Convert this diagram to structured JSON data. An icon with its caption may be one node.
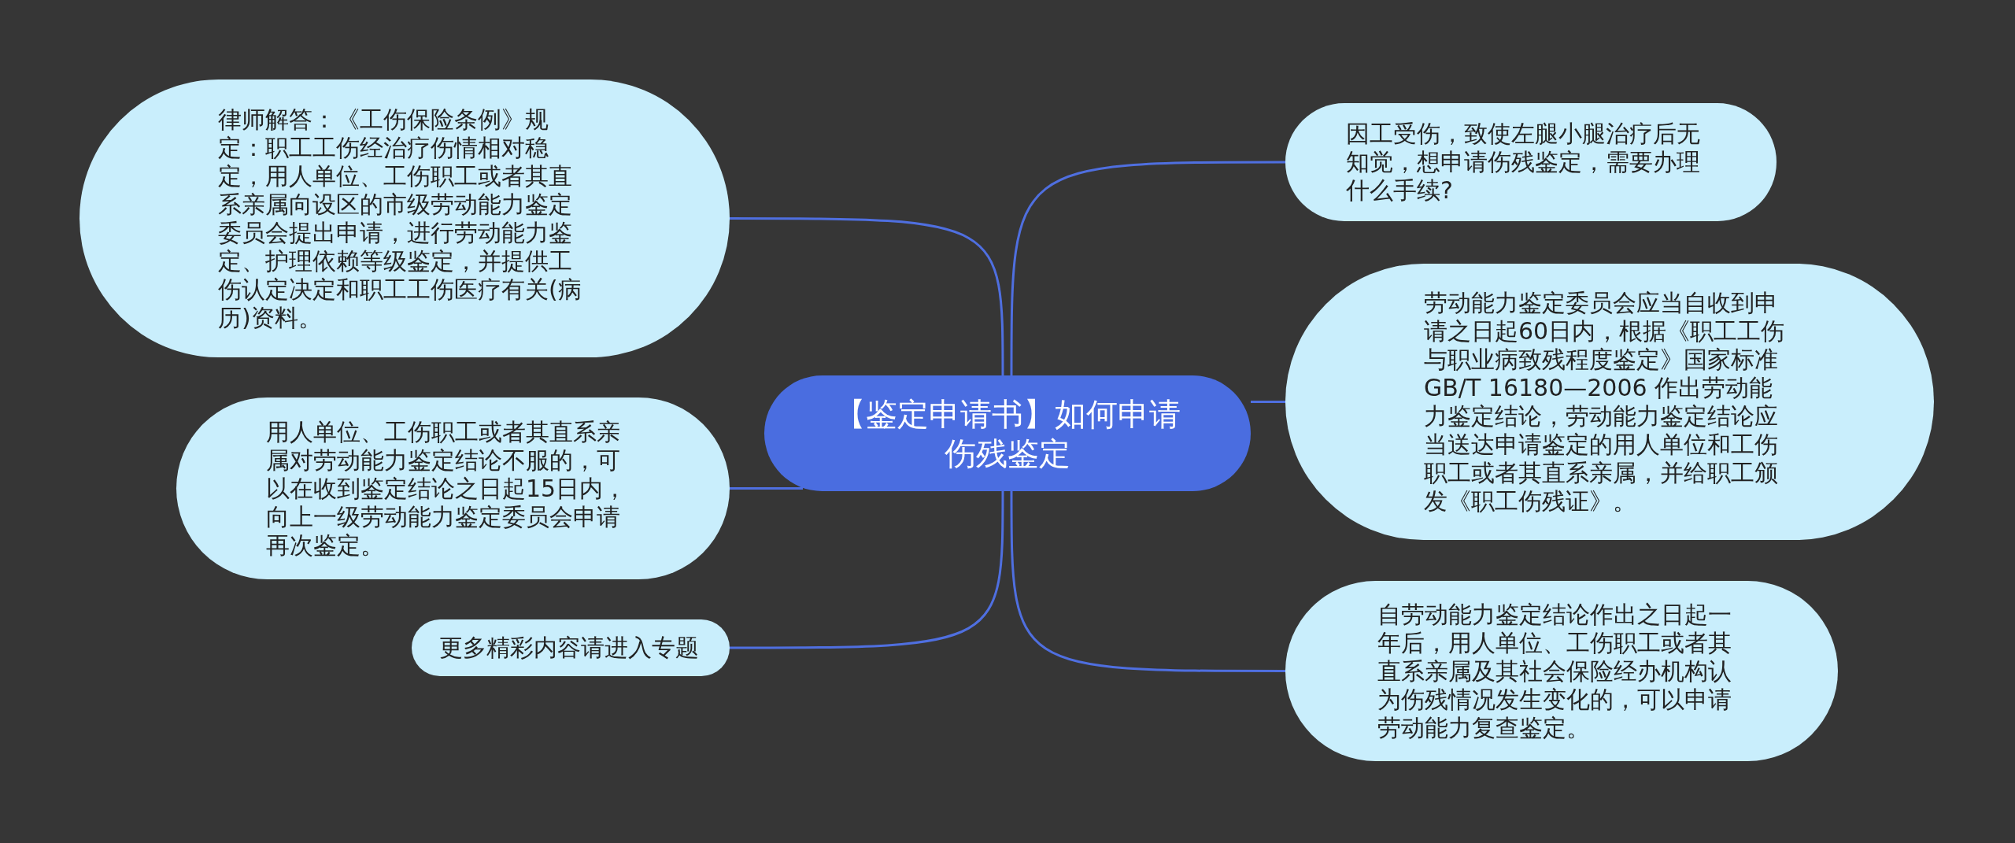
{
  "diagram": {
    "nodes": [
      {
        "text": [
          "【鉴定申请书】如何申请伤残鉴定"
        ]
      },
      {
        "text": [
          "律师解答：《工伤保险条例》规定：职工工伤经治疗伤情相对稳定，用人单位、工伤职工或者其直系亲属向设区的市级劳动能力鉴定委员会提出申请，进行劳动能力鉴定、护理依赖等级鉴定，并提供工伤认定决定和职工工伤医疗有关(病历)资料。"
        ]
      },
      {
        "text": [
          "用人单位、工伤职工或者其直系亲属对劳动能力鉴定结论不服的，可以在收到鉴定结论之日起15日内，向上一级劳动能力鉴定委员会申请再次鉴定。"
        ]
      },
      {
        "text": [
          "更多精彩内容请进入专题"
        ]
      },
      {
        "text": [
          "因工受伤，致使左腿小腿治疗后无知觉，想申请伤残鉴定，需要办理什么手续?"
        ]
      },
      {
        "text": [
          "劳动能力鉴定委员会应当自收到申请之日起60日内，根据《职工工伤与职业病致残程度鉴定》国家标准GB/T 16180—2006 作出劳动能力鉴定结论，劳动能力鉴定结论应当送达申请鉴定的用人单位和工伤职工或者其直系亲属，并给职工颁发《职工伤残证》。"
        ]
      },
      {
        "text": [
          "自劳动能力鉴定结论作出之日起一年后，用人单位、工伤职工或者其直系亲属及其社会保险经办机构认为伤残情况发生变化的，可以申请劳动能力复查鉴定。"
        ]
      }
    ],
    "edges": [
      {
        "from": 0,
        "to": 1,
        "arrow": "none"
      },
      {
        "from": 0,
        "to": 2,
        "arrow": "none"
      },
      {
        "from": 0,
        "to": 3,
        "arrow": "none"
      },
      {
        "from": 0,
        "to": 4,
        "arrow": "none"
      },
      {
        "from": 0,
        "to": 5,
        "arrow": "none"
      },
      {
        "from": 0,
        "to": 6,
        "arrow": "none"
      }
    ]
  }
}
